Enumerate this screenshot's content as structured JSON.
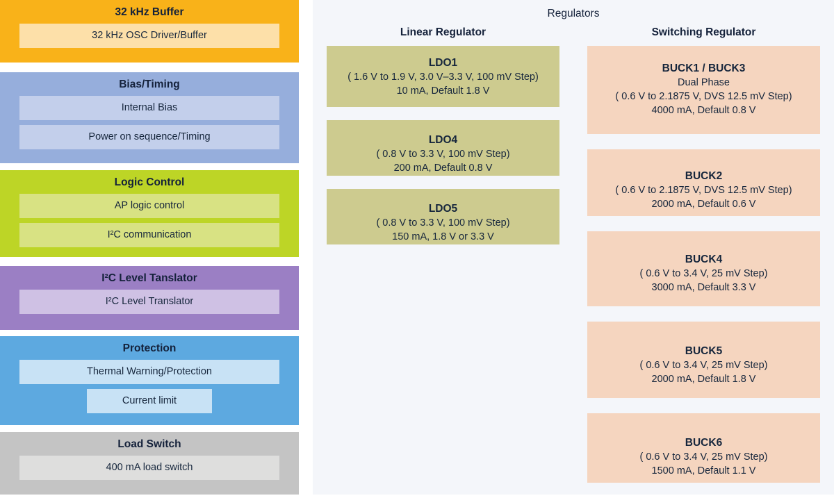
{
  "left_column": {
    "blocks": [
      {
        "title": "32 kHz Buffer",
        "items": [
          {
            "label": "32 kHz OSC Driver/Buffer",
            "narrow": false
          }
        ]
      },
      {
        "title": "Bias/Timing",
        "items": [
          {
            "label": "Internal Bias",
            "narrow": false
          },
          {
            "label": "Power on sequence/Timing",
            "narrow": false
          }
        ]
      },
      {
        "title": "Logic Control",
        "items": [
          {
            "label": "AP logic control",
            "narrow": false
          },
          {
            "label": "I²C communication",
            "narrow": false
          }
        ]
      },
      {
        "title": "I²C Level Tanslator",
        "items": [
          {
            "label": "I²C Level Translator",
            "narrow": false
          }
        ]
      },
      {
        "title": "Protection",
        "items": [
          {
            "label": "Thermal Warning/Protection",
            "narrow": false
          },
          {
            "label": "Current limit",
            "narrow": true
          }
        ]
      },
      {
        "title": "Load Switch",
        "items": [
          {
            "label": "400 mA load switch",
            "narrow": false
          }
        ]
      }
    ]
  },
  "right_panel": {
    "title": "Regulators",
    "linear": {
      "column_title": "Linear Regulator",
      "cards": [
        {
          "name": "LDO1",
          "lines": [
            "( 1.6 V to 1.9 V, 3.0 V–3.3 V, 100 mV Step)",
            "10 mA, Default 1.8 V"
          ]
        },
        {
          "name": "LDO4",
          "lines": [
            "( 0.8 V to 3.3 V, 100 mV Step)",
            "200 mA, Default 0.8 V"
          ]
        },
        {
          "name": "LDO5",
          "lines": [
            "( 0.8 V to 3.3 V, 100 mV Step)",
            "150 mA, 1.8 V or 3.3 V"
          ]
        }
      ]
    },
    "switching": {
      "column_title": "Switching Regulator",
      "cards": [
        {
          "name": "BUCK1 / BUCK3",
          "lines": [
            "Dual Phase",
            "( 0.6 V to 2.1875 V, DVS 12.5 mV Step)",
            "4000 mA, Default 0.8 V"
          ]
        },
        {
          "name": "BUCK2",
          "lines": [
            "( 0.6 V to 2.1875 V, DVS 12.5 mV Step)",
            "2000 mA, Default 0.6 V"
          ]
        },
        {
          "name": "BUCK4",
          "lines": [
            "( 0.6 V to 3.4 V, 25 mV Step)",
            "3000 mA, Default 3.3 V"
          ]
        },
        {
          "name": "BUCK5",
          "lines": [
            "( 0.6 V to 3.4 V, 25 mV Step)",
            "2000 mA, Default 1.8 V"
          ]
        },
        {
          "name": "BUCK6",
          "lines": [
            "( 0.6 V to 3.4 V, 25 mV Step)",
            "1500 mA, Default 1.1 V"
          ]
        }
      ]
    }
  },
  "colors": {
    "osc": "#f9b219",
    "osc_item": "#fde0a9",
    "bias": "#96aedc",
    "bias_item": "#c3cfeb",
    "logic": "#bdd526",
    "logic_item": "#d8e283",
    "i2c": "#9b7fc4",
    "i2c_item": "#cfc1e4",
    "protection": "#5da9e0",
    "protection_item": "#c8e2f5",
    "load": "#c4c4c4",
    "load_item": "#dededd",
    "ldo_card": "#cdcb8f",
    "buck_card": "#f5d5bf",
    "panel_bg": "#f4f6fa",
    "text": "#16263c"
  }
}
